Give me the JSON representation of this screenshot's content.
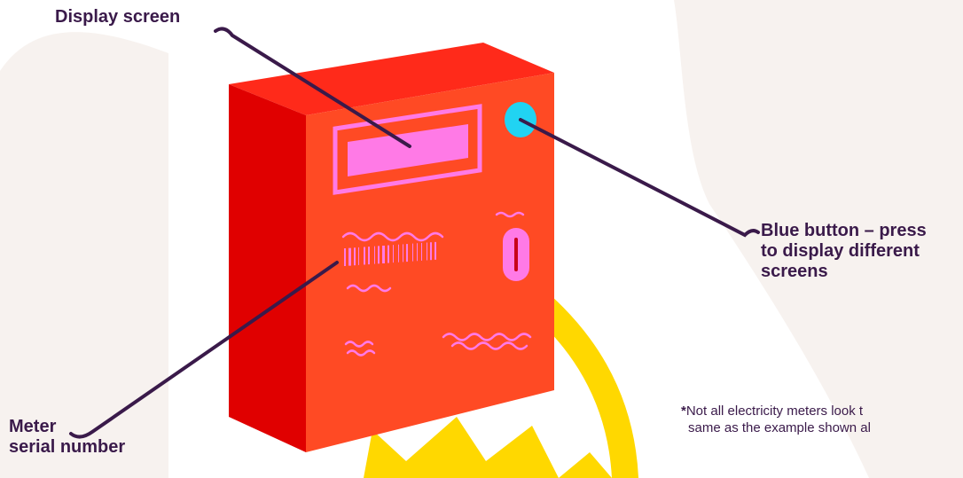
{
  "labels": {
    "display_screen": "Display screen",
    "blue_button": [
      "Blue button – press",
      "to display different",
      "screens"
    ],
    "serial_number": [
      "Meter",
      "serial number"
    ]
  },
  "note": {
    "star": "*",
    "lines": [
      "Not all electricity meters look t",
      "same as the example shown al"
    ]
  },
  "colors": {
    "background_blob": "#f7f2ef",
    "meter_side": "#e00000",
    "meter_top": "#ff2a1a",
    "meter_front": "#ff4a24",
    "screen_pink": "#ff7ae6",
    "button_blue": "#21d3f2",
    "cable_yellow": "#ffd800",
    "leader_line": "#3a1a4a"
  },
  "icons": {
    "meter": "electricity-meter-illustration",
    "button": "blue-button-icon",
    "barcode": "barcode-icon"
  }
}
